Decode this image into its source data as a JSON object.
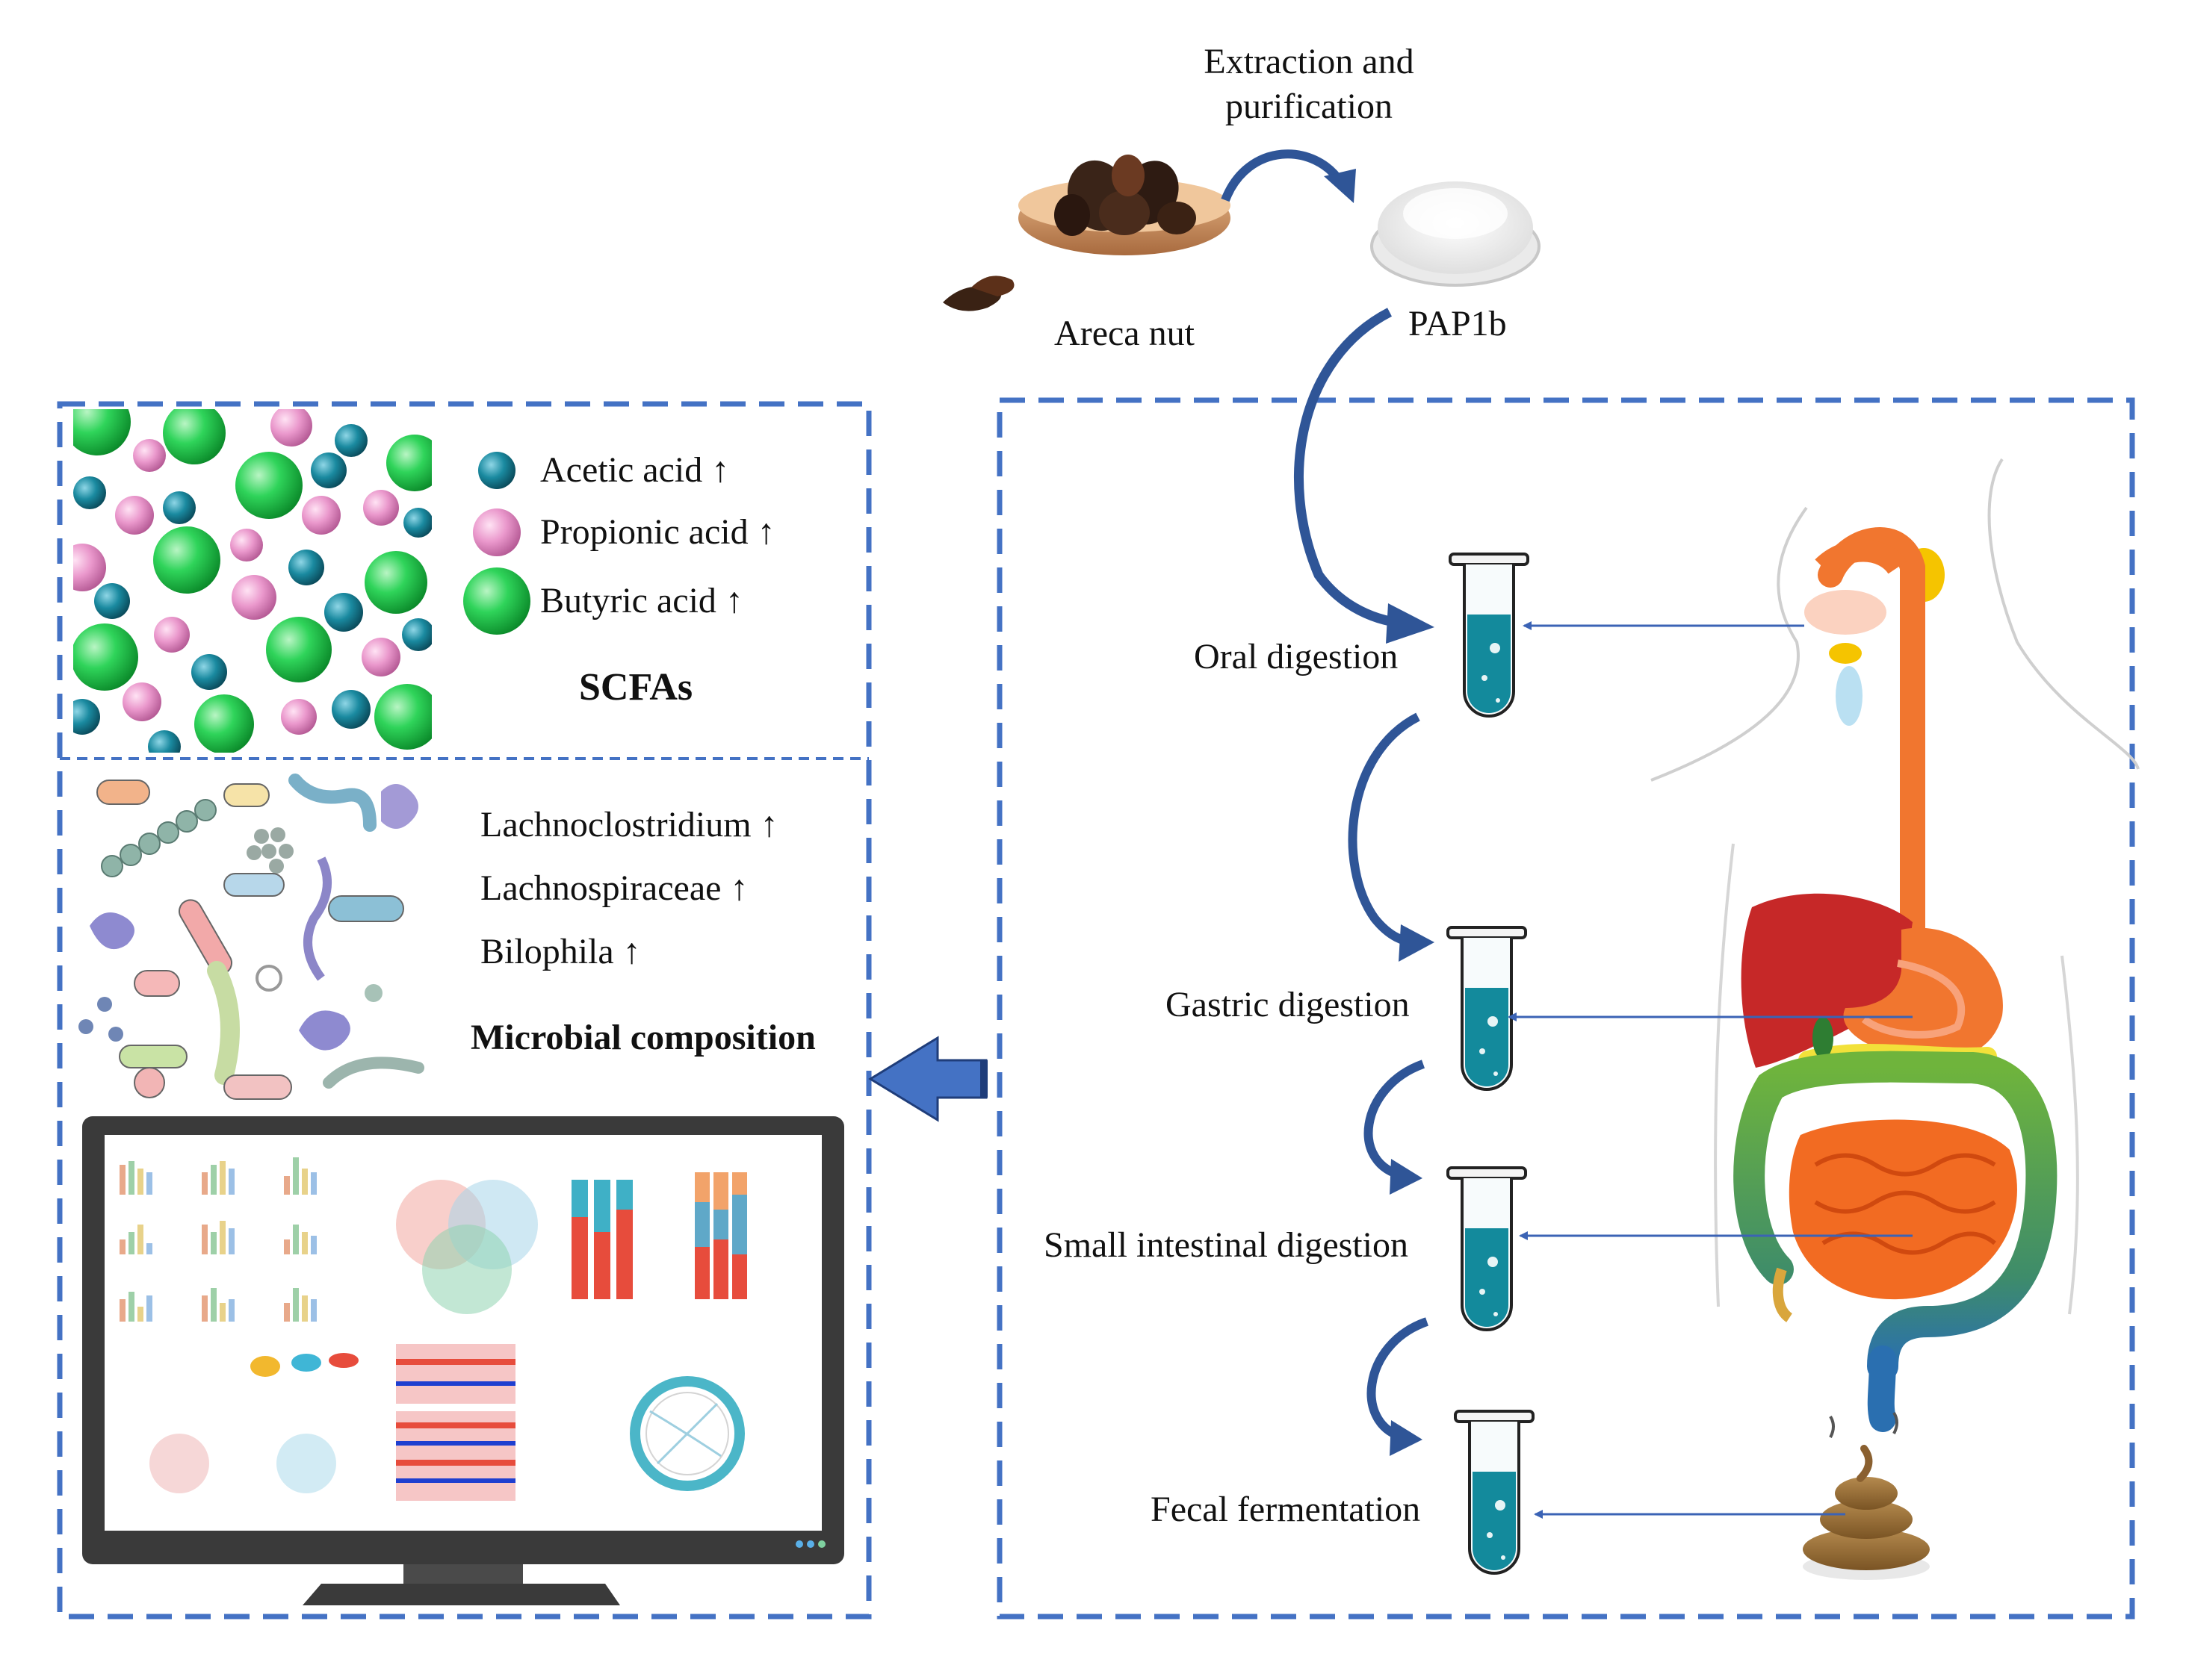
{
  "top": {
    "extraction_label": "Extraction and\npurification",
    "areca_label": "Areca nut",
    "pap_label": "PAP1b"
  },
  "scfa": {
    "items": [
      "Acetic acid ↑",
      "Propionic acid ↑",
      "Butyric acid ↑"
    ],
    "title": "SCFAs"
  },
  "microbes": {
    "items": [
      "Lachnoclostridium ↑",
      "Lachnospiraceae ↑",
      "Bilophila ↑"
    ],
    "title": "Microbial composition"
  },
  "digestion": {
    "stages": [
      "Oral digestion",
      "Gastric digestion",
      "Small intestinal digestion",
      "Fecal fermentation"
    ]
  },
  "colors": {
    "frame": "#4472c4",
    "arrow": "#2f5597",
    "tube_liquid": "#138a9c",
    "acetic": "#1a7f93",
    "propionic": "#e58fc6",
    "butyric": "#22c24a"
  }
}
